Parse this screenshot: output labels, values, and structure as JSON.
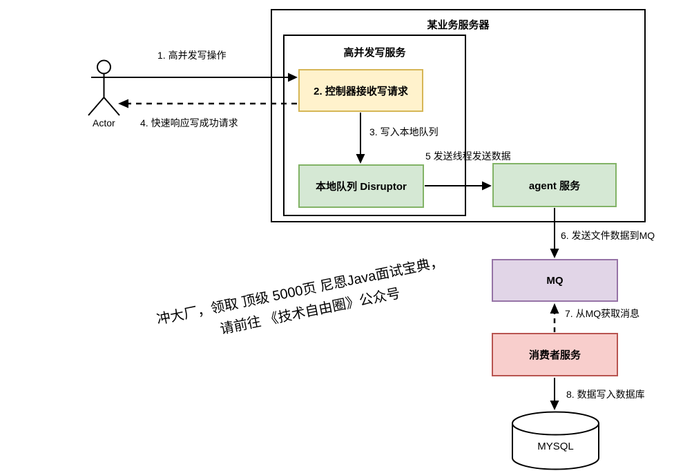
{
  "containers": {
    "server": {
      "label": "某业务服务器"
    },
    "write_service": {
      "label": "高并发写服务"
    }
  },
  "nodes": {
    "controller": {
      "label": "2. 控制器接收写请求"
    },
    "disruptor": {
      "label": "本地队列 Disruptor"
    },
    "agent": {
      "label": "agent 服务"
    },
    "mq": {
      "label": "MQ"
    },
    "consumer": {
      "label": "消费者服务"
    },
    "mysql": {
      "label": "MYSQL"
    }
  },
  "actor": {
    "label": "Actor"
  },
  "edges": {
    "e1": {
      "label": "1. 高并发写操作"
    },
    "e3": {
      "label": "3. 写入本地队列"
    },
    "e4": {
      "label": "4. 快速响应写成功请求"
    },
    "e5": {
      "label": "5 发送线程发送数据"
    },
    "e6": {
      "label": "6. 发送文件数据到MQ"
    },
    "e7": {
      "label": "7. 从MQ获取消息"
    },
    "e8": {
      "label": "8. 数据写入数据库"
    }
  },
  "watermark": {
    "line1": "冲大厂，领取 顶级  5000页 尼恩Java面试宝典，",
    "line2": "请前往 《技术自由圈》公众号"
  },
  "colors": {
    "controller_fill": "#FFF2CC",
    "controller_border": "#D6B656",
    "queue_fill": "#D5E8D4",
    "queue_border": "#82B366",
    "mq_fill": "#E1D5E7",
    "mq_border": "#9673A6",
    "consumer_fill": "#F8CECC",
    "consumer_border": "#B85450",
    "line": "#000000",
    "background": "#FFFFFF"
  }
}
